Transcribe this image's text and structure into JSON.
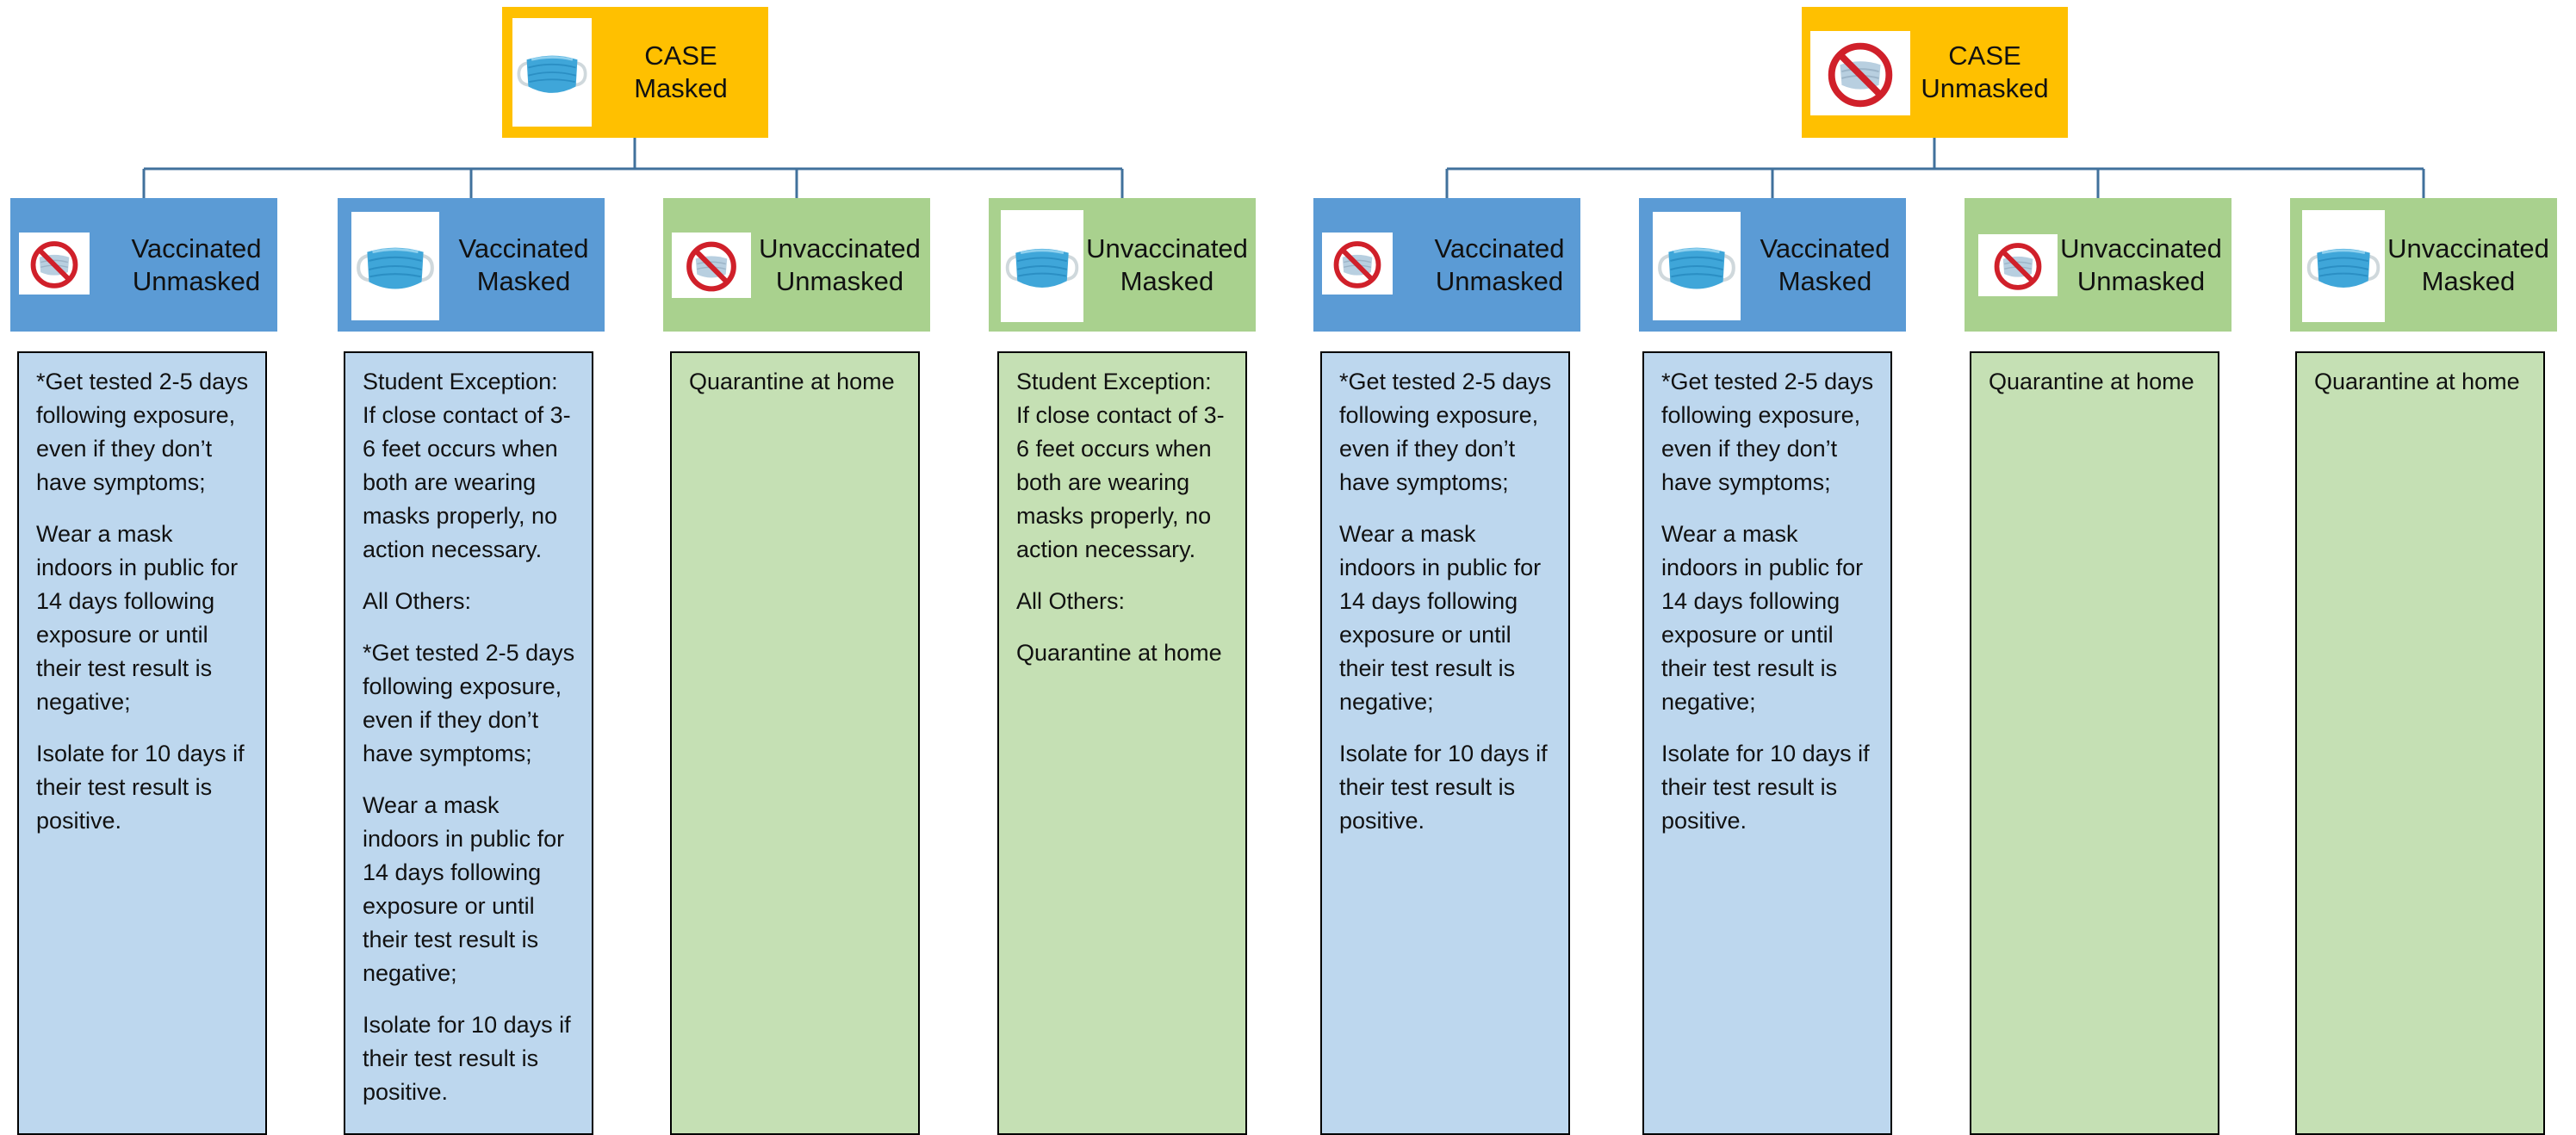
{
  "groups": [
    {
      "case": {
        "line1": "CASE",
        "line2": "Masked",
        "icon": "face-mask-icon"
      },
      "contacts": [
        {
          "line1": "Vaccinated",
          "line2": "Unmasked",
          "icon": "no-mask-icon",
          "color": "#5b9bd5",
          "paragraphs": [
            "*Get tested 2-5 days following exposure, even if they don’t have symptoms;",
            "Wear a mask indoors in public for 14 days following exposure or until their test result is negative;",
            "Isolate for 10 days if their test result is positive."
          ]
        },
        {
          "line1": "Vaccinated",
          "line2": "Masked",
          "icon": "face-mask-icon",
          "color": "#5b9bd5",
          "paragraphs": [
            "Student Exception: If close contact of 3-6 feet occurs when both are wearing masks properly, no action necessary.",
            "All Others:",
            "*Get tested 2-5 days following exposure, even if they don’t have symptoms;",
            "Wear a mask indoors in public for 14 days following exposure or until their test result is negative;",
            "Isolate for 10 days if their test result is positive."
          ]
        },
        {
          "line1": "Unvaccinated",
          "line2": "Unmasked",
          "icon": "no-mask-icon",
          "color": "#a9d18e",
          "paragraphs": [
            "Quarantine at home"
          ]
        },
        {
          "line1": "Unvaccinated",
          "line2": "Masked",
          "icon": "face-mask-icon",
          "color": "#a9d18e",
          "paragraphs": [
            "Student Exception: If close contact of 3-6 feet occurs when both are wearing masks properly, no action necessary.",
            "All Others:",
            "Quarantine at home"
          ]
        }
      ]
    },
    {
      "case": {
        "line1": "CASE",
        "line2": "Unmasked",
        "icon": "no-mask-icon"
      },
      "contacts": [
        {
          "line1": "Vaccinated",
          "line2": "Unmasked",
          "icon": "no-mask-icon",
          "color": "#5b9bd5",
          "paragraphs": [
            "*Get tested 2-5 days following exposure, even if they don’t have symptoms;",
            "Wear a mask indoors in public for 14 days following exposure or until their test result is negative;",
            "Isolate for 10 days if their test result is positive."
          ]
        },
        {
          "line1": "Vaccinated",
          "line2": "Masked",
          "icon": "face-mask-icon",
          "color": "#5b9bd5",
          "paragraphs": [
            "*Get tested 2-5 days following exposure, even if they don’t have symptoms;",
            "Wear a mask indoors in public for 14 days following exposure or until their test result is negative;",
            "Isolate for 10 days if their test result is positive."
          ]
        },
        {
          "line1": "Unvaccinated",
          "line2": "Unmasked",
          "icon": "no-mask-icon",
          "color": "#a9d18e",
          "paragraphs": [
            "Quarantine at home"
          ]
        },
        {
          "line1": "Unvaccinated",
          "line2": "Masked",
          "icon": "face-mask-icon",
          "color": "#a9d18e",
          "paragraphs": [
            "Quarantine at home"
          ]
        }
      ]
    }
  ]
}
